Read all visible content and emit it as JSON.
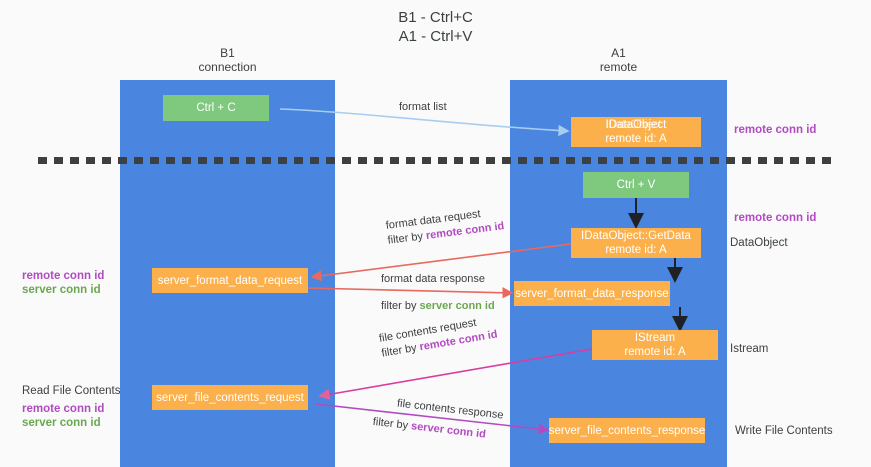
{
  "title": {
    "line1": "B1 - Ctrl+C",
    "line2": "A1 - Ctrl+V"
  },
  "lanes": [
    {
      "id": "b1",
      "name": "B1",
      "role": "connection"
    },
    {
      "id": "a1",
      "name": "A1",
      "role": "remote"
    }
  ],
  "colors": {
    "lane": "#4a86e0",
    "green_box": "#7fc97f",
    "orange_box": "#fbb04b",
    "remote_conn_id": "#b24bc2",
    "server_conn_id": "#6aa84f",
    "arrow_blue": "#a8cdf0",
    "arrow_red": "#e8695e",
    "arrow_pink": "#e8609a",
    "arrow_magenta": "#b24bc2",
    "arrow_black": "#202124",
    "text": "#3c4043",
    "background": "#fafafa"
  },
  "boxes": {
    "ctrl_c": {
      "label": "Ctrl + C"
    },
    "ctrl_v": {
      "label": "Ctrl + V"
    },
    "idataobject": {
      "line1": "IDataObject",
      "line2": "remote id: A"
    },
    "getdata": {
      "line1": "IDataObject::GetData",
      "line2": "remote id: A"
    },
    "format_request": {
      "label": "server_format_data_request"
    },
    "format_response": {
      "label": "server_format_data_response"
    },
    "istream": {
      "line1": "IStream",
      "line2": "remote id: A"
    },
    "file_request": {
      "label": "server_file_contents_request"
    },
    "file_response": {
      "label": "server_file_contents_response"
    }
  },
  "side_labels": {
    "right_remote_top": "remote conn id",
    "right_remote_mid": "remote conn id",
    "right_dataobject": "DataObject",
    "right_istream": "Istream",
    "right_write_file": "Write File Contents",
    "left_remote_conn": "remote conn id",
    "left_server_conn": "server conn id",
    "left_read_file": "Read File Contents",
    "left_remote_conn2": "remote conn id",
    "left_server_conn2": "server conn id"
  },
  "arrow_labels": {
    "format_list": "format list",
    "fdr_line1": "format data request",
    "fdr_filter_prefix": "filter by ",
    "fdr_filter_value": "remote conn id",
    "fdres_line1": "format data response",
    "fdres_filter_prefix": "filter by ",
    "fdres_filter_value": "server conn id",
    "fcr_line1": "file contents request",
    "fcr_filter_prefix": "filter by ",
    "fcr_filter_value": "remote conn id",
    "fcres_line1": "file contents response",
    "fcres_filter_prefix": "filter by ",
    "fcres_filter_value": "server conn id"
  }
}
